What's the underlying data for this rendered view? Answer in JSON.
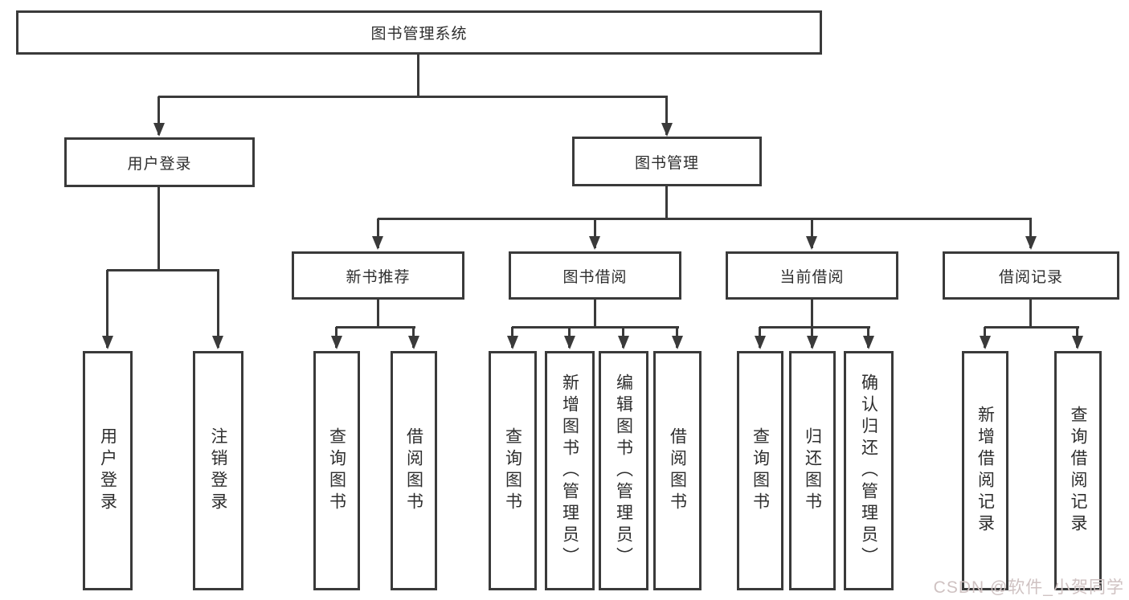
{
  "diagram_type": "hierarchy-tree",
  "tree": {
    "label": "图书管理系统",
    "children": [
      {
        "label": "用户登录",
        "children": [
          {
            "label": "用户登录"
          },
          {
            "label": "注销登录"
          }
        ]
      },
      {
        "label": "图书管理",
        "children": [
          {
            "label": "新书推荐",
            "children": [
              {
                "label": "查询图书"
              },
              {
                "label": "借阅图书"
              }
            ]
          },
          {
            "label": "图书借阅",
            "children": [
              {
                "label": "查询图书"
              },
              {
                "label": "新增图书（管理员）"
              },
              {
                "label": "编辑图书（管理员）"
              },
              {
                "label": "借阅图书"
              }
            ]
          },
          {
            "label": "当前借阅",
            "children": [
              {
                "label": "查询图书"
              },
              {
                "label": "归还图书"
              },
              {
                "label": "确认归还（管理员）"
              }
            ]
          },
          {
            "label": "借阅记录",
            "children": [
              {
                "label": "新增借阅记录"
              },
              {
                "label": "查询借阅记录"
              }
            ]
          }
        ]
      }
    ]
  },
  "watermark": {
    "text": "CSDN @软件_小贺同学"
  },
  "colors": {
    "line": "#3a3a3a",
    "box_border": "#3a3a3a",
    "box_fill": "#ffffff",
    "text": "#2e2e2e",
    "watermark": "#cfc2c2"
  }
}
